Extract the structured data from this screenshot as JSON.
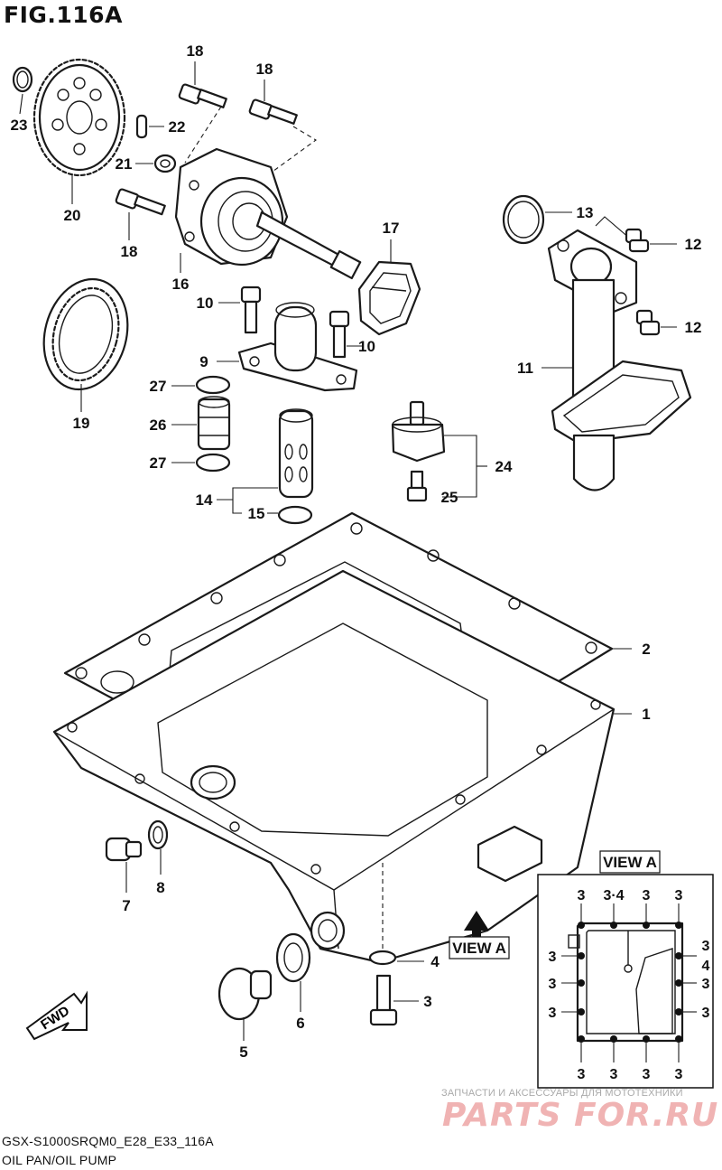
{
  "figure": {
    "title": "FIG.116A",
    "model_code": "GSX-S1000SRQM0_E28_E33_116A",
    "section_name": "OIL PAN/OIL PUMP"
  },
  "view_labels": {
    "main_arrow_label": "VIEW A",
    "inset_title": "VIEW A"
  },
  "fwd_label": "FWD",
  "watermark": {
    "tagline": "ЗАПЧАСТИ И АКСЕССУАРЫ ДЛЯ МОТОТЕХНИКИ",
    "brand": "PARTS FOR.RU"
  },
  "callouts": {
    "c1": "1",
    "c2": "2",
    "c3": "3",
    "c4": "4",
    "c5": "5",
    "c6": "6",
    "c7": "7",
    "c8": "8",
    "c9": "9",
    "c10a": "10",
    "c10b": "10",
    "c11": "11",
    "c12a": "12",
    "c12b": "12",
    "c13": "13",
    "c14": "14",
    "c15": "15",
    "c16": "16",
    "c17": "17",
    "c18a": "18",
    "c18b": "18",
    "c18c": "18",
    "c19": "19",
    "c20": "20",
    "c21": "21",
    "c22": "22",
    "c23": "23",
    "c24": "24",
    "c25": "25",
    "c26": "26",
    "c27a": "27",
    "c27b": "27"
  },
  "view_a_callouts": {
    "top_1": "3",
    "top_2": "3·4",
    "top_3": "3",
    "top_4": "3",
    "left_1": "3",
    "left_2": "3",
    "left_3": "3",
    "right_1a": "3",
    "right_1b": "4",
    "right_2": "3",
    "right_3": "3",
    "bottom_1": "3",
    "bottom_2": "3",
    "bottom_3": "3",
    "bottom_4": "3"
  }
}
